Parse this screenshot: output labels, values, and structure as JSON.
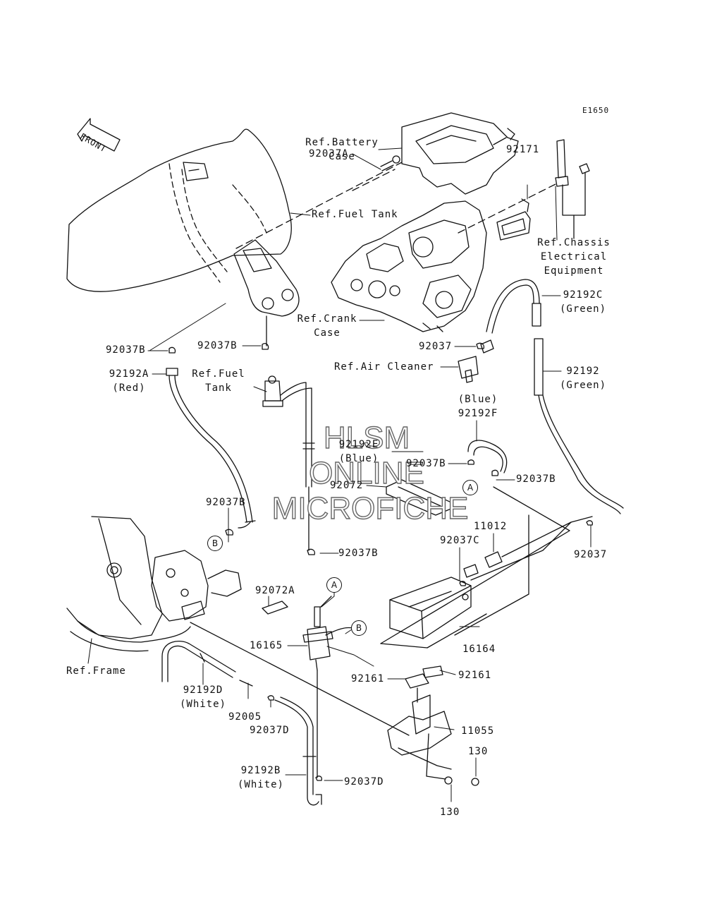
{
  "diagram_code": "E1650",
  "front_marker": "FRONT",
  "watermark": [
    "HLSM",
    "ONLINE",
    "MICROFICHE"
  ],
  "callouts": {
    "a": "A",
    "b": "B"
  },
  "labels": {
    "ref_battery_case": "Ref.Battery\nCase",
    "p92037A": "92037A",
    "p92171": "92171",
    "ref_fuel_tank_top": "Ref.Fuel Tank",
    "ref_chassis": "Ref.Chassis\nElectrical\nEquipment",
    "p92192C": "92192C\n(Green)",
    "ref_crank_case": "Ref.Crank\nCase",
    "p92037B_left": "92037B",
    "p92037B_mid": "92037B",
    "p92037_top": "92037",
    "ref_air_cleaner": "Ref.Air Cleaner",
    "p92192": "92192\n(Green)",
    "p92192A": "92192A\n(Red)",
    "ref_fuel_tank_mid": "Ref.Fuel\nTank",
    "p92192F": "(Blue)\n92192F",
    "p92192E": "92192E\n(Blue)",
    "p92037B_blue": "92037B",
    "p92072": "92072",
    "p92037B_right": "92037B",
    "p92037B_lower_left": "92037B",
    "p11012": "11012",
    "p92037C": "92037C",
    "p92037B_center": "92037B",
    "p92037_right": "92037",
    "p92072A": "92072A",
    "p16165": "16165",
    "p16164": "16164",
    "ref_frame": "Ref.Frame",
    "p92161_left": "92161",
    "p92161_right": "92161",
    "p92192D": "92192D\n(White)",
    "p92005": "92005",
    "p92037D_top": "92037D",
    "p11055": "11055",
    "p130_right": "130",
    "p92192B": "92192B\n(White)",
    "p92037D_bottom": "92037D",
    "p130_bottom": "130"
  }
}
